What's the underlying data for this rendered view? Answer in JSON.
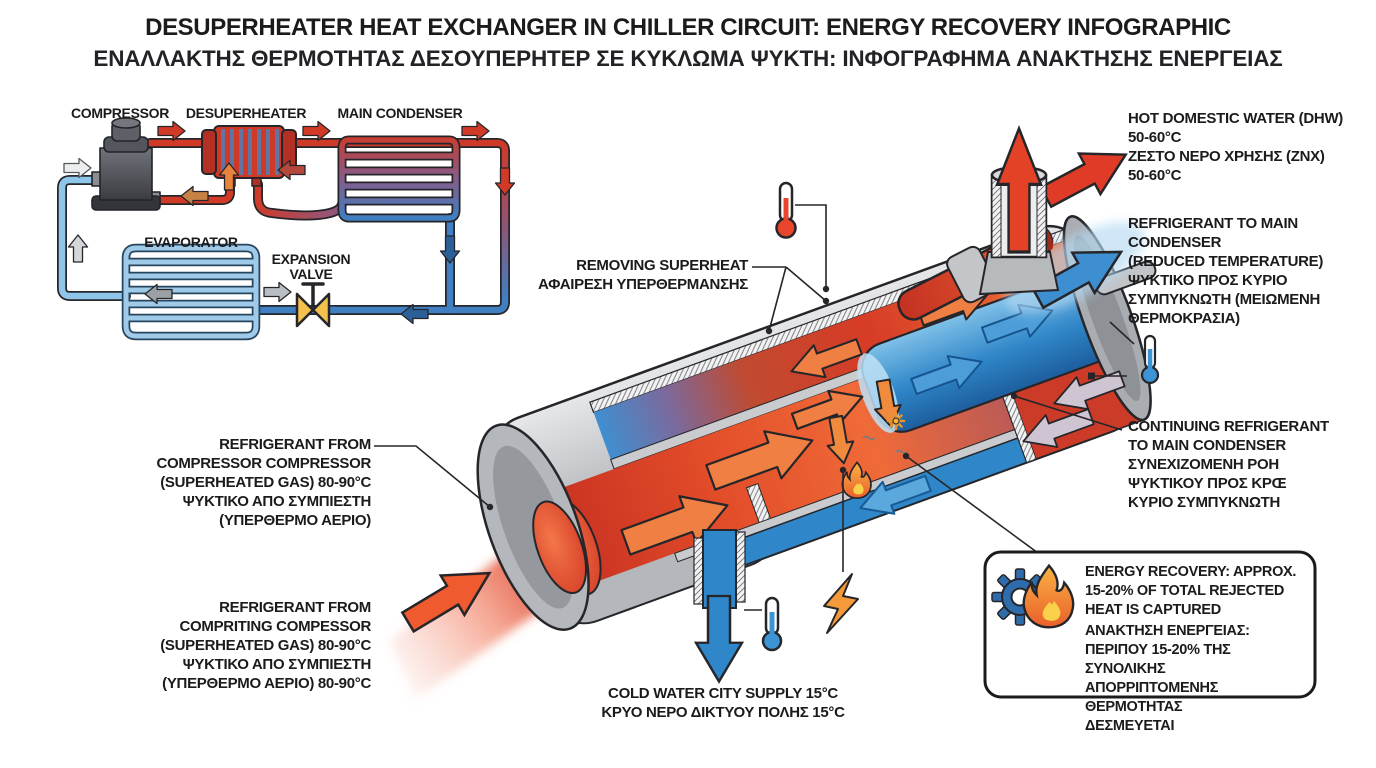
{
  "title": {
    "en": "DESUPERHEATER HEAT EXCHANGER IN CHILLER CIRCUIT: ENERGY RECOVERY INFOGRAPHIC",
    "el": "ΕΝΑΛΛΑΚΤΗΣ ΘΕΡΜΟΤΗΤΑΣ ΔΕΣΟΥΠΕΡΗΤΕΡ ΣΕ ΚΥΚΛΩΜΑ ΨΥΚΤΗ: ΙΝΦΟΓΡΑΦΗΜΑ ΑΝΑΚΤΗΣΗΣ ΕΝΕΡΓΕΙΑΣ"
  },
  "schematic": {
    "compressor": "COMPRESSOR",
    "desuperheater": "DESUPERHEATER",
    "main_condenser": "MAIN CONDENSER",
    "evaporator": "EVAPORATOR",
    "expansion_valve": "EXPANSION\nVALVE"
  },
  "callouts": {
    "removing_superheat": "REMOVING SUPERHEAT\nΑΦΑΙΡΕΣΗ ΥΠΕΡΘΕΡΜΑΝΣΗΣ",
    "refrigerant_from_top": "REFRIGERANT FROM\nCOMPRESSOR COMPRESSOR\n(SUPERHEATED GAS) 80-90°C\nΨΥΚΤΙΚΟ ΑΠΟ ΣΥΜΠΙΕΣΤΗ\n(ΥΠΕΡΘΕΡΜΟ ΑΕΡΙΟ)",
    "refrigerant_from_bottom": "REFRIGERANT FROM\nCOMPRITING COMPESSOR\n(SUPERHEATED GAS) 80-90°C\nΨΥΚΤΙΚΟ ΑΠΟ ΣΥΜΠΙΕΣΤΗ\n(ΥΠΕΡΘΕΡΜΟ ΑΕΡΙΟ) 80-90°C",
    "hot_domestic_water": "HOT DOMESTIC WATER (DHW)\n50-60°C\nΖΕΣΤΟ ΝΕΡΟ ΧΡΗΣΗΣ (ΖΝΧ)\n50-60°C",
    "refrigerant_to_condenser": "REFRIGERANT TO MAIN\nCONDENSER\n(REDUCED TEMPERATURE)\nΨΥΚΤΙΚΟ ΠΡΟΣ ΚΥΡΙΟ\nΣΥΜΠΥΚΝΩΤΗ (ΜΕΙΩΜΕΝΗ\nΘΕΡΜΟΚΡΑΣΙΑ)",
    "continuing_refrigerant": "CONTINUING REFRIGERANT\nTO MAIN CONDENSER\nΣΥΝΕΧΙΖΟΜΕΝΗ ΡΟΗ\nΨΥΚΤΙΚΟΥ ΠΡΟΣ ΚΡŒ\nΚΥΡΙΟ ΣΥΜΠΥΚΝΩΤΗ",
    "cold_water": "COLD WATER CITY SUPPLY 15°C\nΚΡΥΟ ΝΕΡΟ ΔΙΚΤΥΟΥ ΠΟΛΗΣ 15°C"
  },
  "energy_box": {
    "en": "ENERGY RECOVERY: APPROX.\n15-20% OF TOTAL REJECTED\nHEAT IS CAPTURED",
    "el": "ΑΝΑΚΤΗΣΗ ΕΝΕΡΓΕΙΑΣ:\nΠΕΡΙΠΟΥ 15-20% ΤΗΣ ΣΥΝΟΛΙΚΗΣ\nΑΠΟΡΡΙΠΤΟΜΕΝΗΣ ΘΕΡΜΟΤΗΤΑΣ\nΔΕΣΜΕΥΕΤΑΙ"
  },
  "icons": [
    "thermometer-hot",
    "thermometer-cold-right",
    "thermometer-cold-bottom",
    "lightning-bolt",
    "flame",
    "sparkle",
    "gear-flame"
  ],
  "colors": {
    "hot_red": "#e03b27",
    "flow_orange": "#ef7f42",
    "cold_blue": "#2f86c8",
    "water_light_blue": "#8fc5e8",
    "shell_gray": "#b4b7bb",
    "valve_yellow": "#f3c14c",
    "gear_blue": "#2e6cab",
    "flame_orange": "#f49a3a",
    "text": "#1b1b1d"
  }
}
